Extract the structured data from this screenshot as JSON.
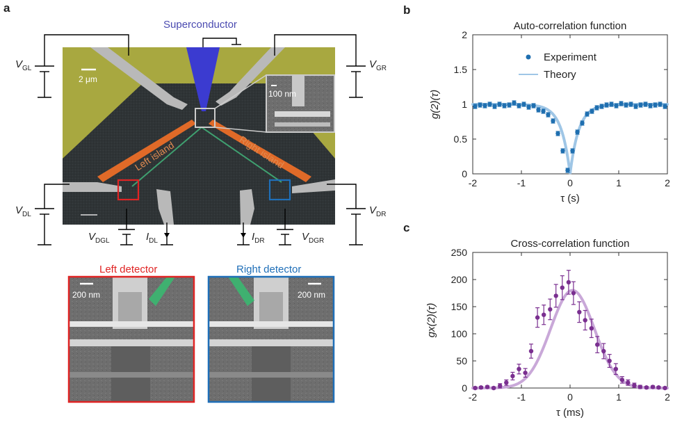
{
  "panels": {
    "a": "a",
    "b": "b",
    "c": "c"
  },
  "device": {
    "superconductor": "Superconductor",
    "scalebar_main": "2 μm",
    "scalebar_inset": "100 nm",
    "left_island": "Left island",
    "right_island": "Right island",
    "left_detector": "Left detector",
    "right_detector": "Right detector",
    "scalebar_detector_left": "200 nm",
    "scalebar_detector_right": "200 nm",
    "terminals": {
      "VGL": {
        "main": "V",
        "sub": "GL"
      },
      "VGR": {
        "main": "V",
        "sub": "GR"
      },
      "VDL": {
        "main": "V",
        "sub": "DL"
      },
      "VDR": {
        "main": "V",
        "sub": "DR"
      },
      "VDGL": {
        "main": "V",
        "sub": "DGL"
      },
      "VDGR": {
        "main": "V",
        "sub": "DGR"
      },
      "IDL": {
        "main": "I",
        "sub": "DL"
      },
      "IDR": {
        "main": "I",
        "sub": "DR"
      }
    },
    "colors": {
      "substrate": "#a8a840",
      "chip": "#2f3436",
      "superconductor": "#3b3bd0",
      "island": "#e06a28",
      "channel": "#3fa070",
      "left_detector": "#e02424",
      "right_detector": "#1f6fb8",
      "superconductor_label": "#4a4ab0"
    }
  },
  "chart_data": [
    {
      "type": "scatter",
      "title": "Auto-correlation function",
      "xlabel": "τ (s)",
      "ylabel": "g(2)(τ)",
      "xlim": [
        -2,
        2
      ],
      "ylim": [
        0,
        2
      ],
      "xticks": [
        -2,
        -1,
        0,
        1,
        2
      ],
      "yticks": [
        0,
        0.5,
        1,
        1.5,
        2
      ],
      "ytick_labels": [
        "0",
        "0.5",
        "1",
        "1.5",
        "2"
      ],
      "legend": {
        "position": "top-center",
        "entries": [
          "Experiment",
          "Theory"
        ]
      },
      "colors": {
        "points": "#1f6fb0",
        "theory": "#9fc6e6"
      },
      "series": [
        {
          "name": "Experiment",
          "x": [
            -1.95,
            -1.85,
            -1.75,
            -1.65,
            -1.55,
            -1.45,
            -1.35,
            -1.25,
            -1.15,
            -1.05,
            -0.95,
            -0.85,
            -0.75,
            -0.65,
            -0.55,
            -0.45,
            -0.35,
            -0.25,
            -0.15,
            -0.05,
            0.05,
            0.15,
            0.25,
            0.35,
            0.45,
            0.55,
            0.65,
            0.75,
            0.85,
            0.95,
            1.05,
            1.15,
            1.25,
            1.35,
            1.45,
            1.55,
            1.65,
            1.75,
            1.85,
            1.95
          ],
          "y": [
            0.97,
            0.99,
            0.98,
            1.0,
            0.97,
            1.0,
            0.98,
            0.99,
            1.02,
            0.98,
            1.0,
            0.96,
            0.98,
            0.92,
            0.9,
            0.85,
            0.76,
            0.58,
            0.33,
            0.05,
            0.33,
            0.6,
            0.73,
            0.86,
            0.9,
            0.95,
            0.97,
            0.99,
            1.0,
            0.98,
            1.01,
            0.99,
            1.0,
            0.97,
            0.99,
            1.0,
            0.98,
            0.99,
            1.0,
            0.97
          ],
          "err": 0.03
        },
        {
          "name": "Theory",
          "model": "1 - exp(-|tau|/0.18)",
          "x_range": [
            -2,
            2
          ]
        }
      ]
    },
    {
      "type": "scatter",
      "title": "Cross-correlation function",
      "xlabel": "τ (ms)",
      "ylabel": "gx(2)(τ)",
      "xlim": [
        -2,
        2
      ],
      "ylim": [
        0,
        250
      ],
      "xticks": [
        -2,
        -1,
        0,
        1,
        2
      ],
      "yticks": [
        0,
        50,
        100,
        150,
        200,
        250
      ],
      "ytick_labels": [
        "0",
        "50",
        "100",
        "150",
        "200",
        "250"
      ],
      "colors": {
        "points": "#7a2f90",
        "theory": "#c9a8d8"
      },
      "series": [
        {
          "x": [
            -1.95,
            -1.83,
            -1.7,
            -1.57,
            -1.44,
            -1.31,
            -1.18,
            -1.05,
            -0.92,
            -0.8,
            -0.67,
            -0.54,
            -0.41,
            -0.29,
            -0.16,
            -0.03,
            0.07,
            0.19,
            0.31,
            0.44,
            0.56,
            0.69,
            0.81,
            0.94,
            1.07,
            1.19,
            1.32,
            1.44,
            1.57,
            1.7,
            1.82,
            1.95
          ],
          "y": [
            0,
            1,
            2,
            0,
            4,
            10,
            22,
            35,
            28,
            68,
            130,
            135,
            145,
            170,
            185,
            195,
            175,
            140,
            125,
            110,
            80,
            68,
            50,
            35,
            15,
            10,
            5,
            2,
            1,
            2,
            1,
            0
          ],
          "err": [
            2,
            2,
            2,
            2,
            4,
            5,
            7,
            9,
            8,
            13,
            18,
            18,
            19,
            21,
            22,
            22,
            21,
            19,
            18,
            17,
            15,
            14,
            12,
            10,
            6,
            5,
            4,
            3,
            2,
            2,
            2,
            2
          ]
        },
        {
          "model": "gaussian",
          "amplitude": 180,
          "center": 0.05,
          "sigma": 0.45,
          "x_range": [
            -2,
            2
          ]
        }
      ]
    }
  ]
}
